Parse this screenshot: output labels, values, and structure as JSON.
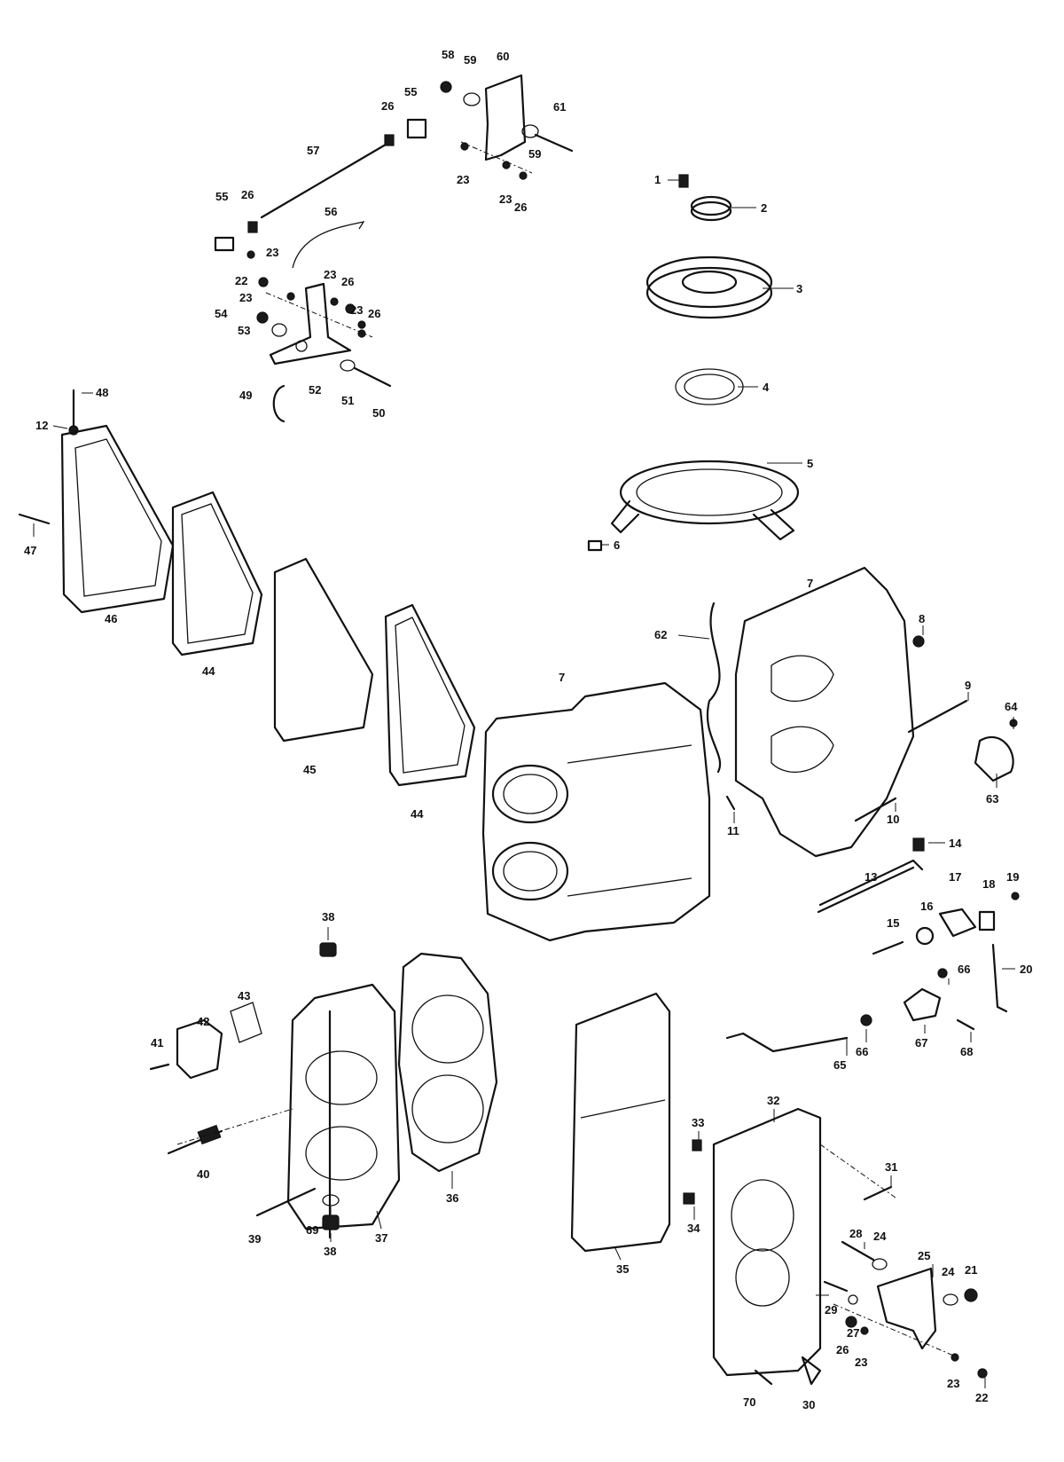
{
  "labels": {
    "l1": "1",
    "l2": "2",
    "l3": "3",
    "l4": "4",
    "l5": "5",
    "l6": "6",
    "l7a": "7",
    "l7b": "7",
    "l8": "8",
    "l9": "9",
    "l10": "10",
    "l11": "11",
    "l12": "12",
    "l13": "13",
    "l14": "14",
    "l15": "15",
    "l16": "16",
    "l17": "17",
    "l18": "18",
    "l19": "19",
    "l20": "20",
    "l21": "21",
    "l22a": "22",
    "l22b": "22",
    "l23a": "23",
    "l23b": "23",
    "l23c": "23",
    "l23d": "23",
    "l23e": "23",
    "l23f": "23",
    "l23g": "23",
    "l23h": "23",
    "l24a": "24",
    "l24b": "24",
    "l25": "25",
    "l26a": "26",
    "l26b": "26",
    "l26c": "26",
    "l26d": "26",
    "l26e": "26",
    "l26f": "26",
    "l27": "27",
    "l28": "28",
    "l29": "29",
    "l30": "30",
    "l31": "31",
    "l32": "32",
    "l33": "33",
    "l34": "34",
    "l35": "35",
    "l36": "36",
    "l37": "37",
    "l38a": "38",
    "l38b": "38",
    "l39": "39",
    "l40": "40",
    "l41": "41",
    "l42": "42",
    "l43": "43",
    "l44a": "44",
    "l44b": "44",
    "l45": "45",
    "l46": "46",
    "l47": "47",
    "l48": "48",
    "l49": "49",
    "l50": "50",
    "l51": "51",
    "l52": "52",
    "l53": "53",
    "l54": "54",
    "l55a": "55",
    "l55b": "55",
    "l56": "56",
    "l57": "57",
    "l58": "58",
    "l59a": "59",
    "l59b": "59",
    "l60": "60",
    "l61": "61",
    "l62": "62",
    "l63": "63",
    "l64": "64",
    "l65": "65",
    "l66a": "66",
    "l66b": "66",
    "l67": "67",
    "l68": "68",
    "l69": "69",
    "l70": "70"
  }
}
